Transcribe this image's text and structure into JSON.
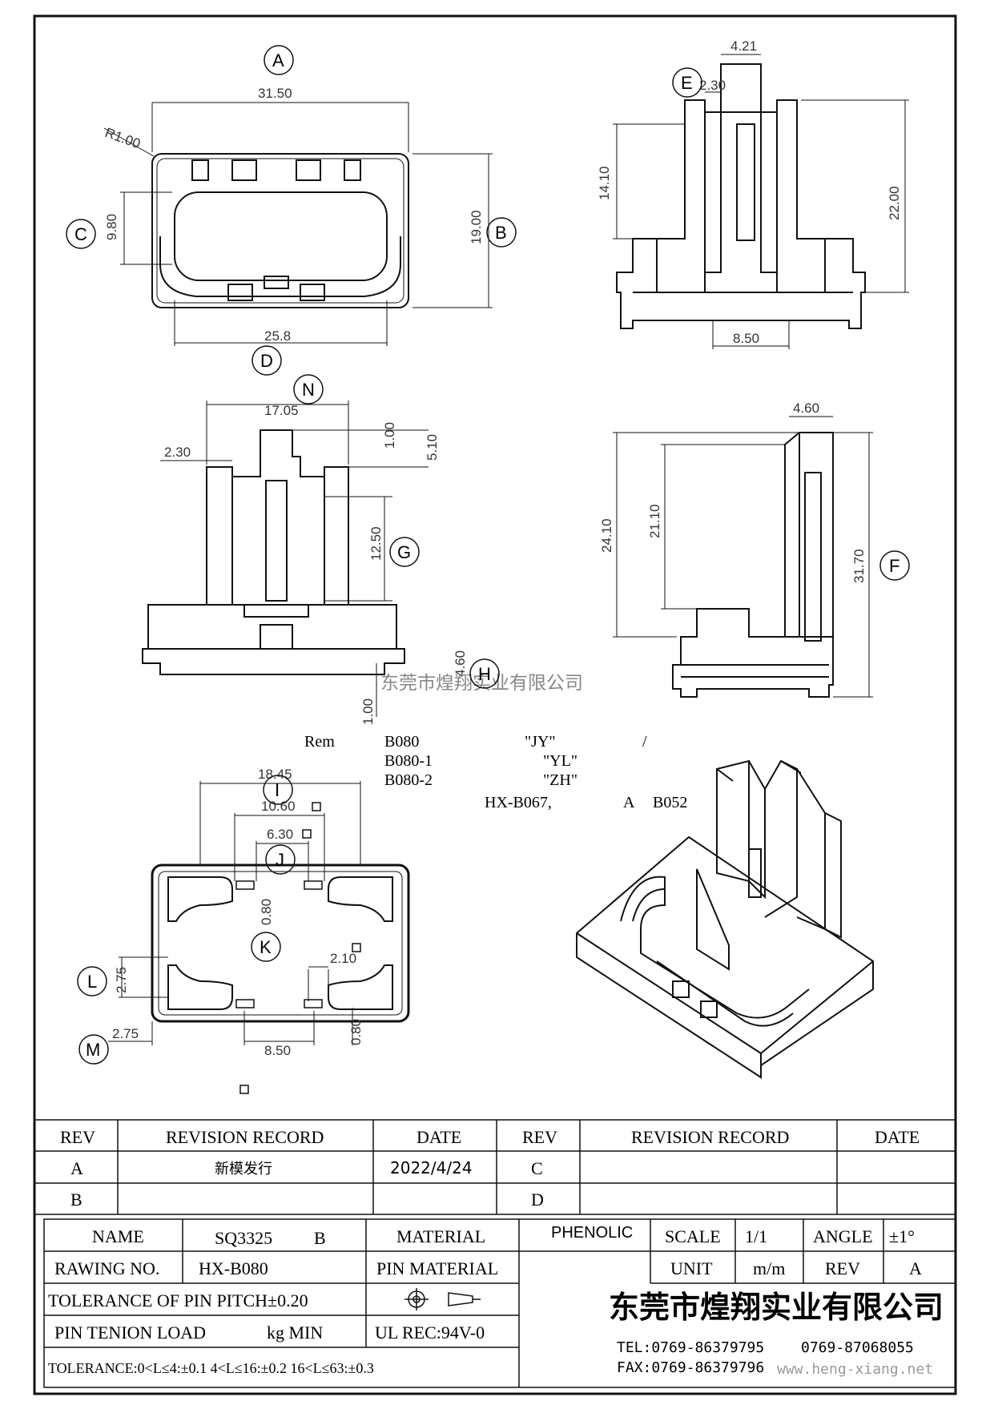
{
  "drawing": {
    "dims": {
      "top_width": "31.50",
      "top_radius": "R1.00",
      "top_inner_h": "9.80",
      "top_height": "19.00",
      "top_bottom_w": "25.8",
      "side_top_w": "4.21",
      "side_gap": "2.30",
      "side_h1": "14.10",
      "side_h2": "22.00",
      "side_base": "8.50",
      "front_w": "17.05",
      "front_left": "2.30",
      "front_d1": "1.00",
      "front_d2": "5.10",
      "front_slot": "12.50",
      "front_base_h": "4.60",
      "front_foot": "1.00",
      "right_top": "4.60",
      "right_h1": "24.10",
      "right_h2": "21.10",
      "right_total": "31.70",
      "bottom_w1": "18.45",
      "bottom_w2": "10.60",
      "bottom_w3": "6.30",
      "bottom_d1": "0.80",
      "bottom_d2": "2.10",
      "bottom_d3": "0.80",
      "bottom_l": "2.75",
      "bottom_m": "2.75",
      "bottom_pitch": "8.50"
    },
    "callouts": [
      "A",
      "B",
      "C",
      "D",
      "E",
      "F",
      "G",
      "H",
      "I",
      "J",
      "K",
      "L",
      "M",
      "N"
    ],
    "watermark_mid": "东莞市煌翔实业有限公司",
    "remarks": {
      "rem": "Rem",
      "rows": [
        {
          "code": "B080",
          "mark": "\"JY\"",
          "extra": "/"
        },
        {
          "code": "B080-1",
          "mark": "\"YL\"",
          "extra": ""
        },
        {
          "code": "B080-2",
          "mark": "\"ZH\"",
          "extra": ""
        }
      ],
      "line4_a": "HX-B067,",
      "line4_b": "A",
      "line4_c": "B052"
    }
  },
  "revision_table": {
    "headers": [
      "REV",
      "REVISION RECORD",
      "DATE",
      "REV",
      "REVISION RECORD",
      "DATE"
    ],
    "rows": [
      [
        "A",
        "新模发行",
        "2022/4/24",
        "C",
        "",
        ""
      ],
      [
        "B",
        "",
        "",
        "D",
        "",
        ""
      ]
    ]
  },
  "title_block": {
    "name_label": "NAME",
    "name_value": "SQ3325",
    "name_suffix": "B",
    "material_label": "MATERIAL",
    "material_value": "PHENOLIC",
    "scale_label": "SCALE",
    "scale_value": "1/1",
    "angle_label": "ANGLE",
    "angle_value": "±1°",
    "drawing_no_label": "RAWING NO.",
    "drawing_no_value": "HX-B080",
    "pin_material_label": "PIN MATERIAL",
    "pin_material_value": "",
    "unit_label": "UNIT",
    "unit_value": "m/m",
    "rev_label": "REV",
    "rev_value": "A",
    "tolerance_pitch": "TOLERANCE OF PIN PITCH±0.20",
    "pin_tension": "PIN TENION LOAD",
    "pin_tension_unit": "kg MIN",
    "ul_rec": "UL REC:94V-0",
    "tolerance_line": "TOLERANCE:0<L≤4:±0.1  4<L≤16:±0.2  16<L≤63:±0.3",
    "company": "东莞市煌翔实业有限公司",
    "tel": "TEL:0769-86379795",
    "tel2": "0769-87068055",
    "fax": "FAX:0769-86379796",
    "website": "www.heng-xiang.net"
  }
}
